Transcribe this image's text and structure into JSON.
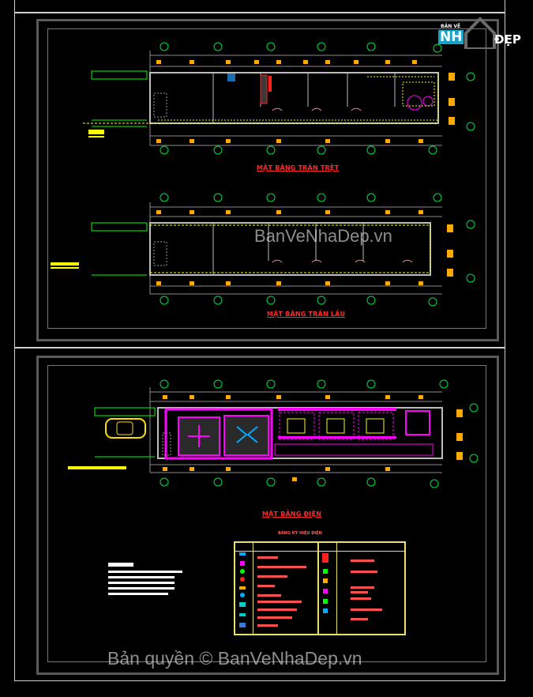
{
  "logo": {
    "small_text": "BẢN VẼ",
    "brand_box": "NH",
    "brand_tail": "ĐẸP",
    "house_icon": "house-outline-icon"
  },
  "watermark_mid": "BanVeNhaDep.vn",
  "watermark_bottom": "Bản quyền © BanVeNhaDep.vn",
  "plans": [
    {
      "title": "MẶT BẰNG TRẦN TRỆT"
    },
    {
      "title": "MẶT BẰNG TRẦN LẦU"
    },
    {
      "title": "MẶT BẰNG ĐIỆN"
    }
  ],
  "legend": {
    "title": "BẢNG KÝ HIỆU ĐIỆN"
  },
  "colors": {
    "background": "#000000",
    "yellow": "#ffff00",
    "orange": "#ffaa00",
    "magenta": "#ff00ff",
    "green": "#00ff00",
    "red": "#ff2020",
    "cyan": "#00cccc"
  }
}
